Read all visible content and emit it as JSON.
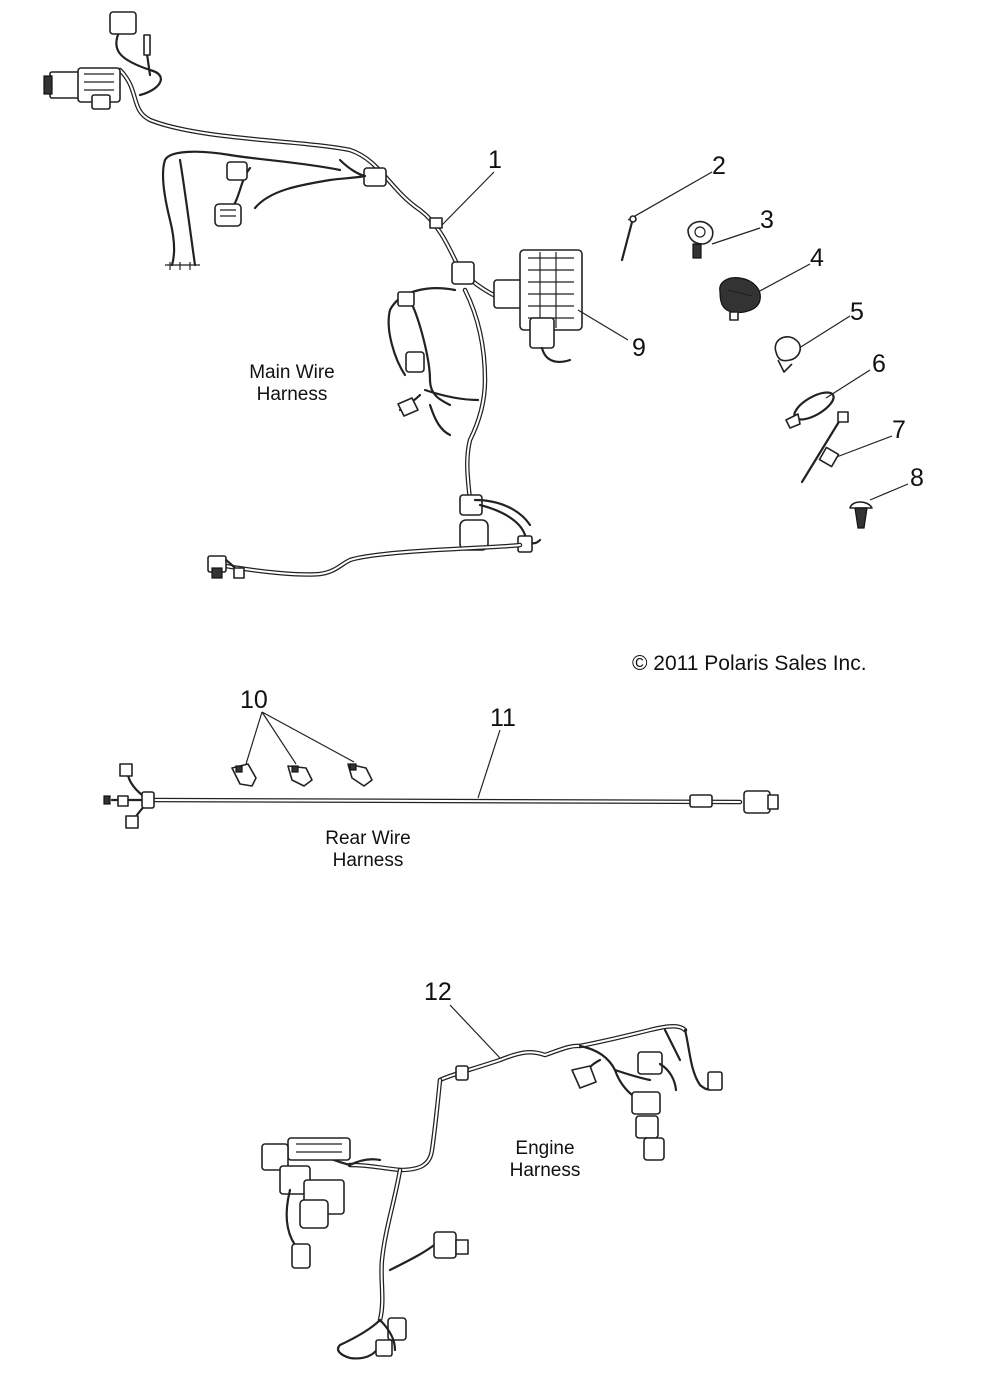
{
  "callouts": {
    "c1": "1",
    "c2": "2",
    "c3": "3",
    "c4": "4",
    "c5": "5",
    "c6": "6",
    "c7": "7",
    "c8": "8",
    "c9": "9",
    "c10": "10",
    "c11": "11",
    "c12": "12"
  },
  "captions": {
    "main_line1": "Main Wire",
    "main_line2": "Harness",
    "rear_line1": "Rear Wire",
    "rear_line2": "Harness",
    "engine_line1": "Engine",
    "engine_line2": "Harness"
  },
  "copyright": "© 2011 Polaris Sales Inc."
}
